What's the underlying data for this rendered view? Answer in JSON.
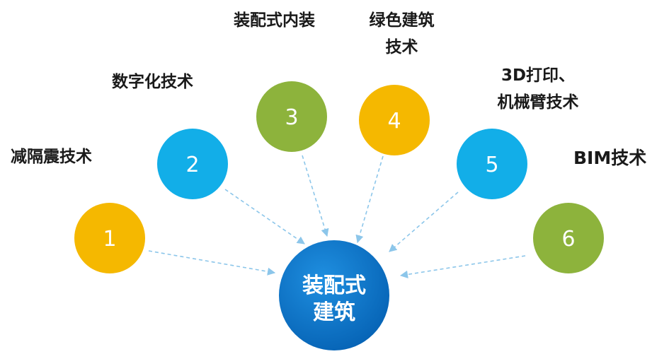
{
  "center": {
    "line1": "装配式",
    "line2": "建筑",
    "color": "#0a73c8"
  },
  "nodes": [
    {
      "number": "1",
      "label_lines": [
        "减隔震技术"
      ],
      "color": "#f5b800"
    },
    {
      "number": "2",
      "label_lines": [
        "数字化技术"
      ],
      "color": "#12aee8"
    },
    {
      "number": "3",
      "label_lines": [
        "装配式内装"
      ],
      "color": "#8db33c"
    },
    {
      "number": "4",
      "label_lines": [
        "绿色建筑",
        "技术"
      ],
      "color": "#f5b800"
    },
    {
      "number": "5",
      "label_lines": [
        "3D打印、",
        "机械臂技术"
      ],
      "color": "#12aee8"
    },
    {
      "number": "6",
      "label_lines": [
        "BIM技术"
      ],
      "color": "#8db33c"
    }
  ],
  "arrow_color": "#8cc6ea"
}
